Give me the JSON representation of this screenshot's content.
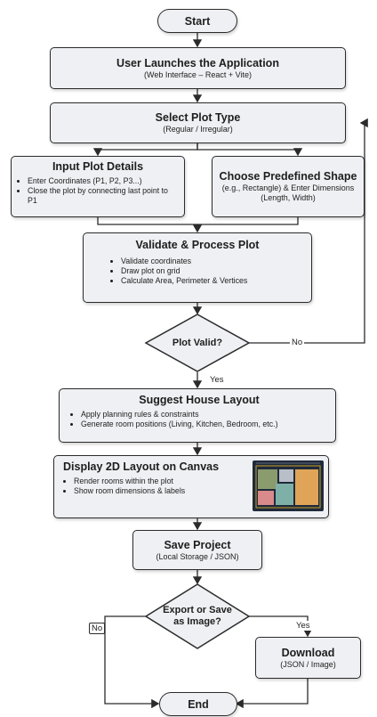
{
  "nodes": {
    "start": "Start",
    "launch": {
      "title": "User Launches the Application",
      "sub": "(Web Interface – React + Vite)"
    },
    "select": {
      "title": "Select Plot Type",
      "sub": "(Regular / Irregular)"
    },
    "input": {
      "title": "Input Plot Details",
      "points": [
        "Enter Coordinates (P1, P2, P3...)",
        "Close the plot by connecting last point to P1"
      ]
    },
    "shape": {
      "title": "Choose Predefined Shape",
      "sub1": "(e.g., Rectangle) & Enter Dimensions",
      "sub2": "(Length, Width)"
    },
    "validate": {
      "title": "Validate & Process Plot",
      "points": [
        "Validate coordinates",
        "Draw plot on grid",
        "Calculate Area, Perimeter & Vertices"
      ]
    },
    "valid_q": "Plot Valid?",
    "suggest": {
      "title": "Suggest House Layout",
      "points": [
        "Apply planning rules & constraints",
        "Generate room positions (Living, Kitchen, Bedroom, etc.)"
      ]
    },
    "display": {
      "title": "Display 2D Layout on Canvas",
      "points": [
        "Render rooms within the plot",
        "Show room dimensions & labels"
      ]
    },
    "save": {
      "title": "Save Project",
      "sub": "(Local Storage / JSON)"
    },
    "export_q": {
      "line1": "Export or Save",
      "line2": "as Image?"
    },
    "download": {
      "title": "Download",
      "sub": "(JSON / Image)"
    },
    "end": "End"
  },
  "labels": {
    "no_valid": "No",
    "yes_valid": "Yes",
    "no_export": "No",
    "yes_export": "Yes"
  },
  "colors": {
    "box_fill": "#eef0f3",
    "stroke": "#2b2b2b",
    "thumb_bg": "#1f2a3b"
  }
}
